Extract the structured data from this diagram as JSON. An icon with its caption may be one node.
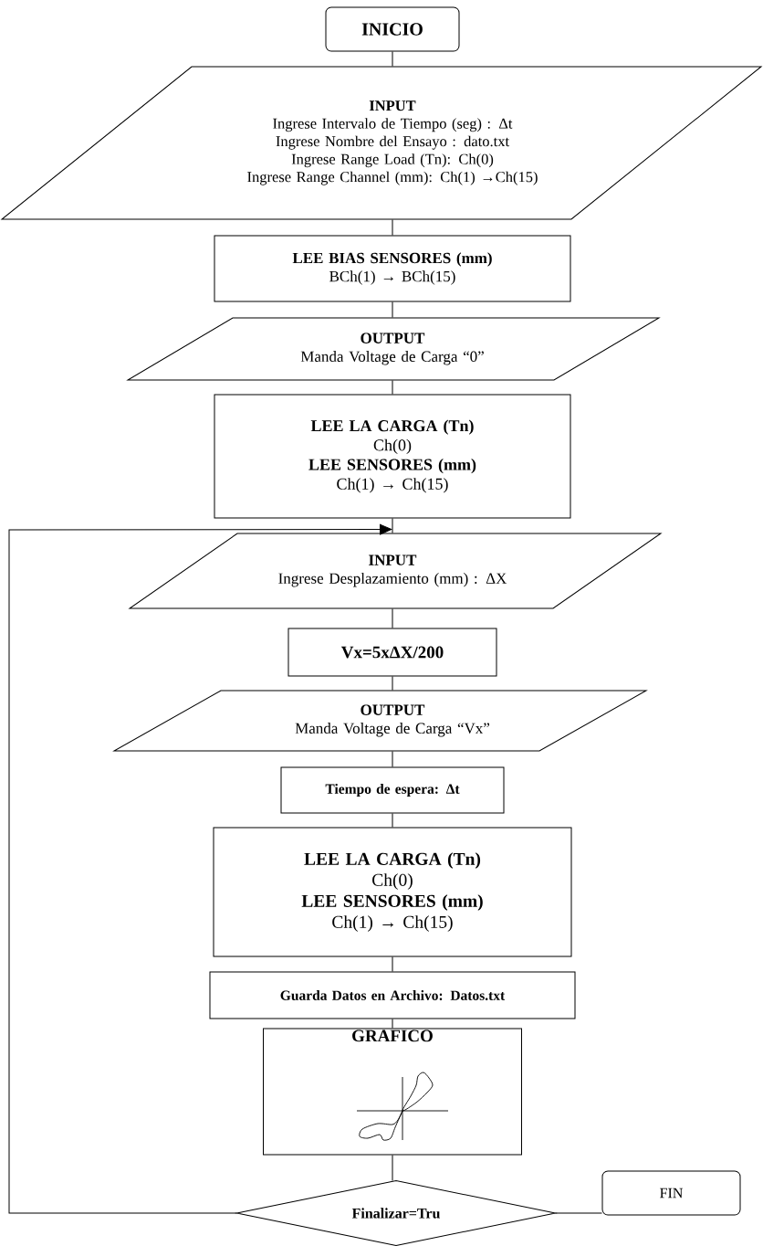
{
  "diagram": {
    "nodes": [
      {
        "text": [
          "INICIO"
        ]
      },
      {
        "text": [
          "INPUT",
          "Ingrese Intervalo de Tiempo (seg) : Δt",
          "Ingrese Nombre del Ensayo : dato.txt",
          "Ingrese Range Load (Tn): Ch(0)",
          "Ingrese Range Channel (mm): Ch(1) →Ch(15)"
        ]
      },
      {
        "text": [
          "LEE BIAS SENSORES (mm)",
          "BCh(1) → BCh(15)"
        ]
      },
      {
        "text": [
          "OUTPUT",
          "Manda Voltage de Carga “0”"
        ]
      },
      {
        "text": [
          "LEE LA CARGA (Tn)",
          "Ch(0)",
          "LEE SENSORES (mm)",
          "Ch(1) → Ch(15)"
        ]
      },
      {
        "text": [
          "INPUT",
          "Ingrese Desplazamiento (mm) : ΔX"
        ]
      },
      {
        "text": [
          "Vx=5xΔX/200"
        ]
      },
      {
        "text": [
          "OUTPUT",
          "Manda Voltage de Carga “Vx”"
        ]
      },
      {
        "text": [
          "Tiempo de espera: Δt"
        ]
      },
      {
        "text": [
          "LEE LA CARGA (Tn)",
          "Ch(0)",
          "LEE SENSORES (mm)",
          "Ch(1) → Ch(15)"
        ]
      },
      {
        "text": [
          "Guarda Datos en Archivo: Datos.txt"
        ]
      },
      {
        "text": [
          "GRAFICO"
        ]
      },
      {
        "text": [
          "Finalizar=Tru"
        ]
      },
      {
        "text": [
          "FIN"
        ]
      }
    ],
    "edges": [
      {
        "from": 0,
        "to": 1,
        "arrow": "none"
      },
      {
        "from": 1,
        "to": 2,
        "arrow": "none"
      },
      {
        "from": 2,
        "to": 3,
        "arrow": "none"
      },
      {
        "from": 3,
        "to": 4,
        "arrow": "none"
      },
      {
        "from": 4,
        "to": 5,
        "arrow": "none"
      },
      {
        "from": 5,
        "to": 6,
        "arrow": "none"
      },
      {
        "from": 6,
        "to": 7,
        "arrow": "none"
      },
      {
        "from": 7,
        "to": 8,
        "arrow": "none"
      },
      {
        "from": 8,
        "to": 9,
        "arrow": "none"
      },
      {
        "from": 9,
        "to": 10,
        "arrow": "none"
      },
      {
        "from": 10,
        "to": 11,
        "arrow": "none"
      },
      {
        "from": 11,
        "to": 12,
        "arrow": "none"
      },
      {
        "from": 12,
        "to": 13,
        "arrow": "none"
      },
      {
        "from": 12,
        "to": 5,
        "arrow": "to"
      }
    ]
  }
}
